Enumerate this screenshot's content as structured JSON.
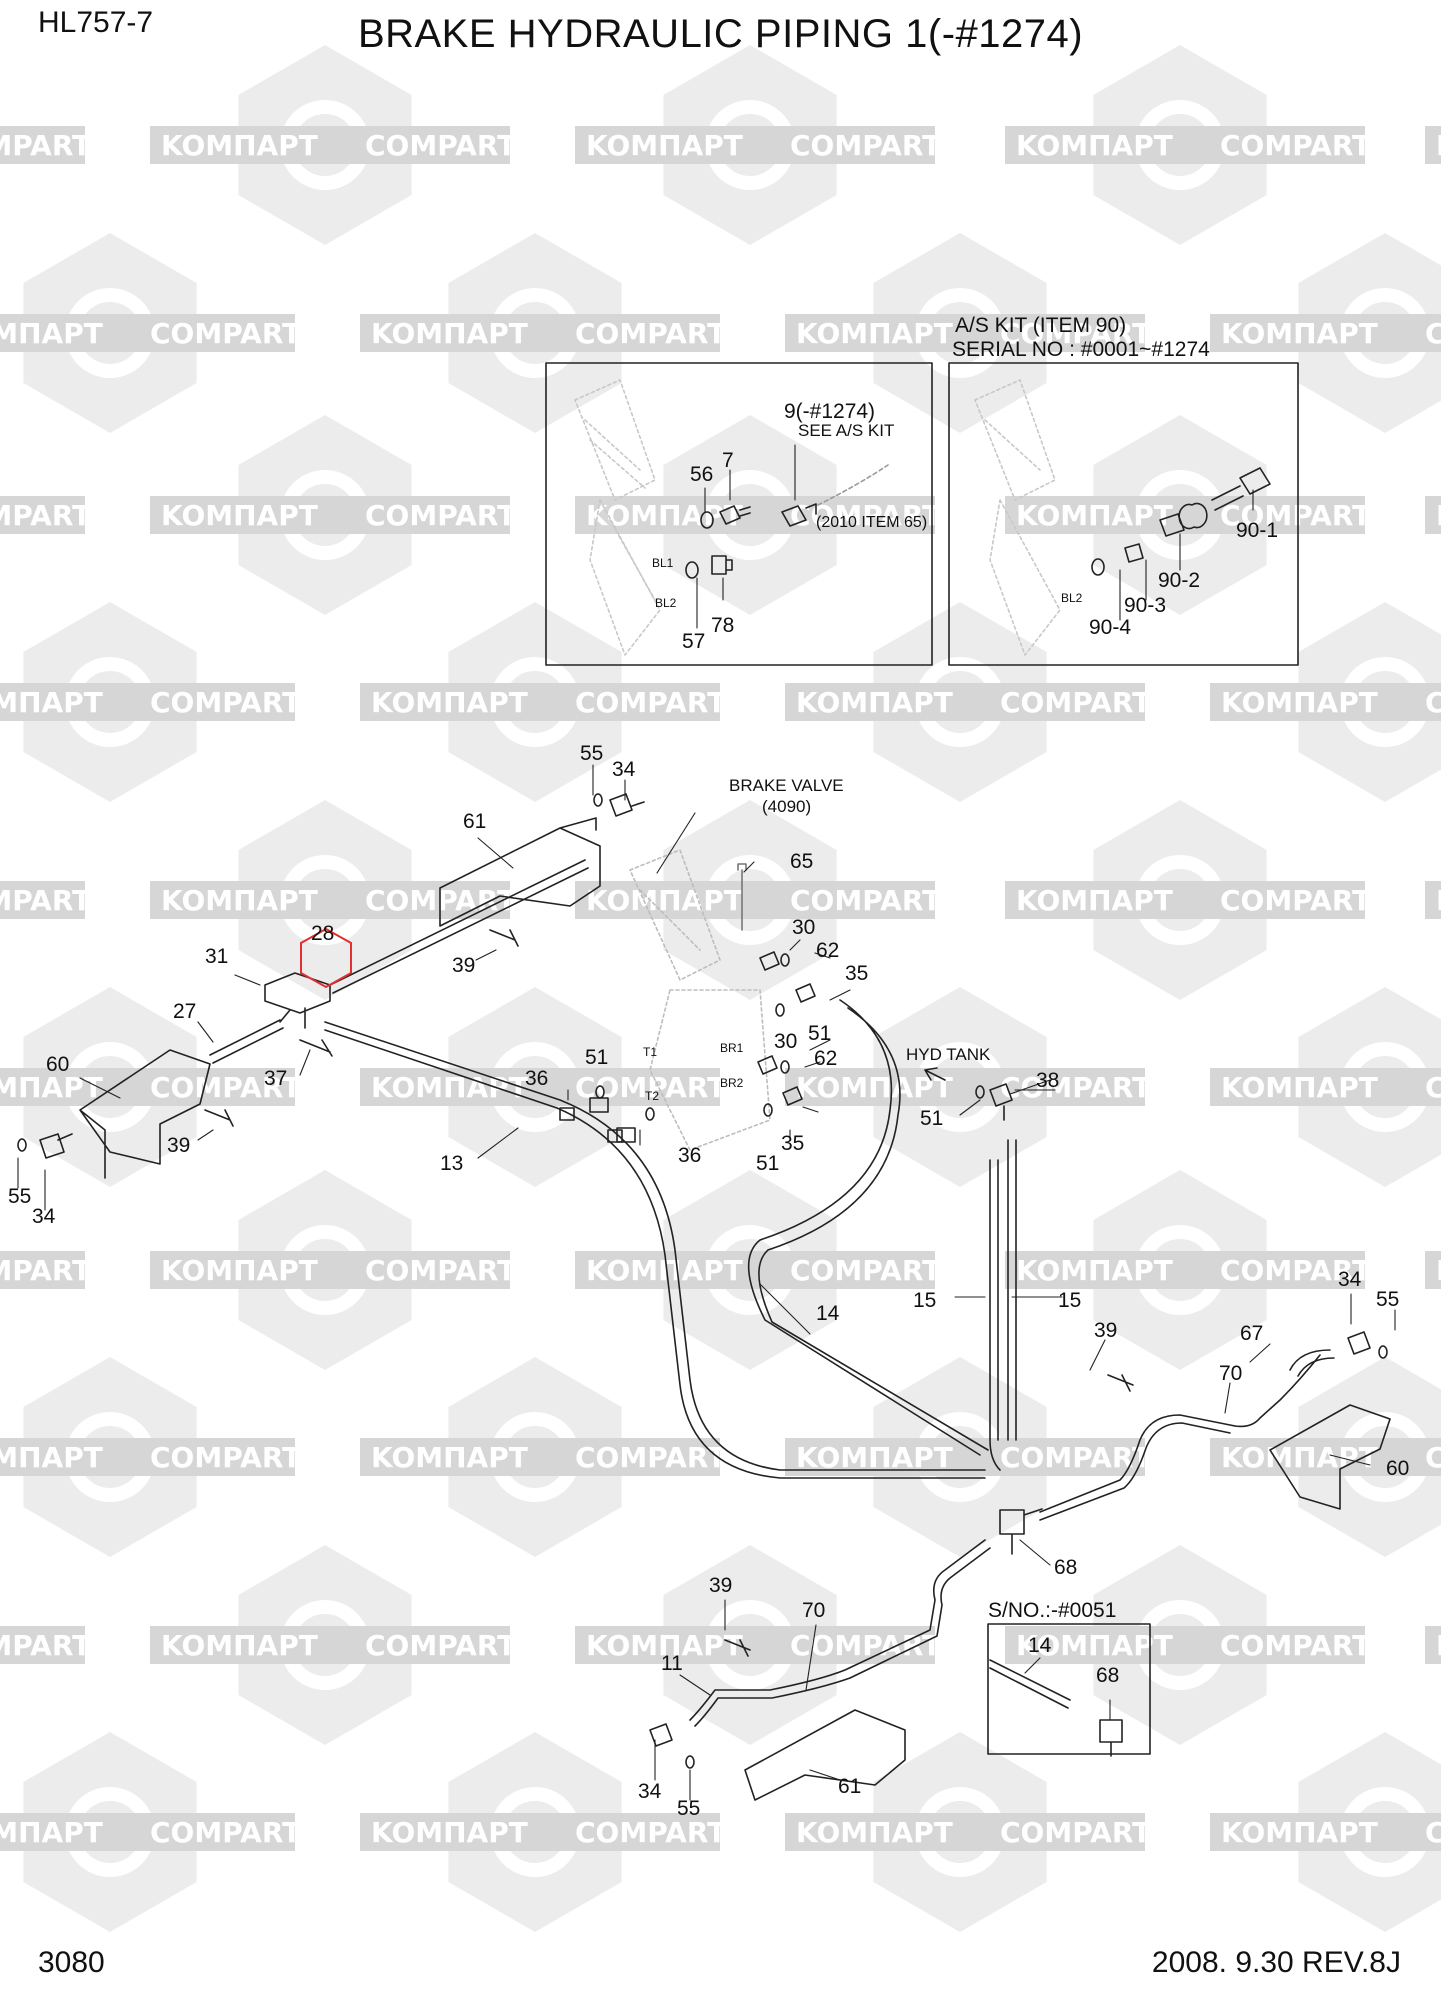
{
  "header": {
    "model": "HL757-7",
    "title": "BRAKE HYDRAULIC PIPING 1(-#1274)"
  },
  "footer": {
    "page_number": "3080",
    "revision": "2008. 9.30  REV.8J"
  },
  "watermark": {
    "text_a": "KOMПAPT",
    "text_b": "COMPART"
  },
  "inset_left": {
    "note_line1": "9(-#1274)",
    "note_line2": "SEE A/S KIT",
    "note_item": "(2010 ITEM 65)",
    "labels": [
      "56",
      "7",
      "78",
      "57"
    ],
    "small_labels": [
      "BL1",
      "BL2"
    ]
  },
  "inset_right": {
    "title_line1": "A/S KIT (ITEM 90)",
    "title_line2": "SERIAL NO : #0001~#1274",
    "labels": [
      "90-1",
      "90-2",
      "90-3",
      "90-4"
    ],
    "small_labels": [
      "BL2"
    ]
  },
  "main": {
    "brake_valve_line1": "BRAKE VALVE",
    "brake_valve_line2": "(4090)",
    "hyd_tank": "HYD  TANK",
    "port_labels": [
      "T1",
      "T2",
      "BR1",
      "BR2"
    ],
    "highlighted_label": "28",
    "highlight_color": "#e03030",
    "part_labels": [
      "55",
      "34",
      "61",
      "39",
      "31",
      "27",
      "60",
      "37",
      "39",
      "55",
      "34",
      "13",
      "65",
      "30",
      "62",
      "35",
      "51",
      "30",
      "62",
      "36",
      "51",
      "36",
      "35",
      "51",
      "38",
      "51",
      "14",
      "15",
      "15",
      "34",
      "55",
      "39",
      "67",
      "70",
      "60",
      "68",
      "39",
      "70",
      "11",
      "34",
      "55",
      "61"
    ],
    "sn_box_title": "S/NO.:-#0051",
    "sn_box_labels": [
      "14",
      "68"
    ]
  }
}
